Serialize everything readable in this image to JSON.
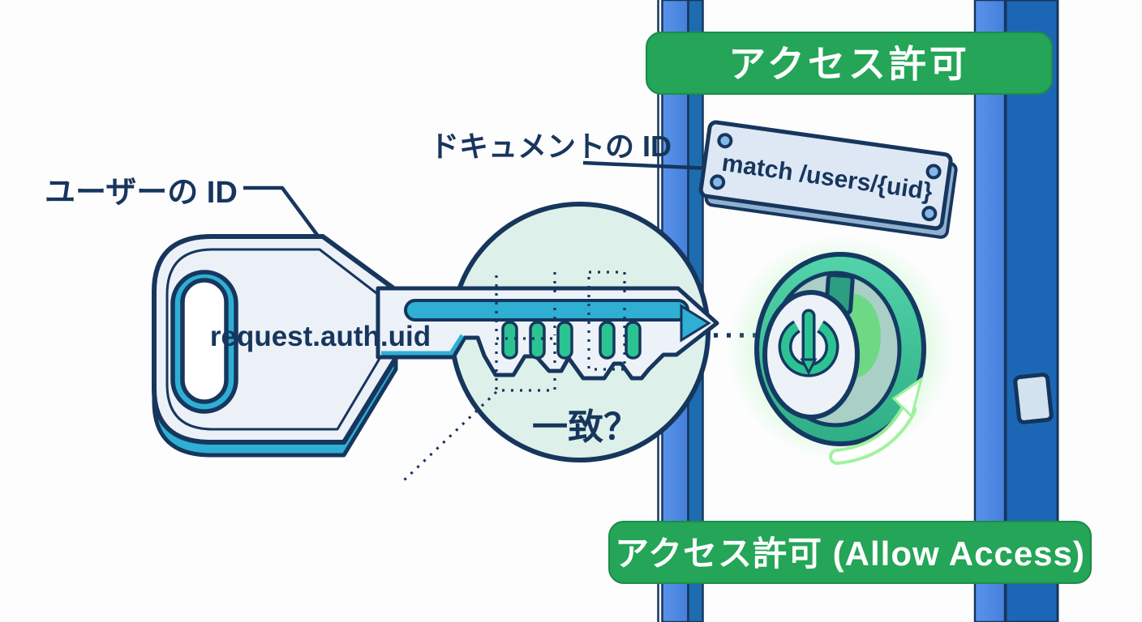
{
  "diagram": {
    "title_concept": "key-matches-lock access illustration",
    "badge_top": {
      "label": "アクセス許可"
    },
    "badge_bottom": {
      "label": "アクセス許可 (Allow Access)"
    },
    "key": {
      "callout": "ユーザーの ID",
      "engraving": "request.auth.uid"
    },
    "plaque": {
      "callout": "ドキュメントの ID",
      "text": "match /users/{uid}"
    },
    "magnifier": {
      "question": "一致？"
    },
    "colors": {
      "outline_navy": "#17365d",
      "badge_green": "#24a557",
      "door_light_blue": "#4e8ae4",
      "door_dark_blue": "#1c67b5",
      "key_fill": "#ecf1f8",
      "teal_accent": "#2fafd4",
      "mint_circle": "#def0ea",
      "pin_green": "#2cc393",
      "lock_green": "#3cc79d",
      "glow_green": "#86ef8d"
    }
  }
}
